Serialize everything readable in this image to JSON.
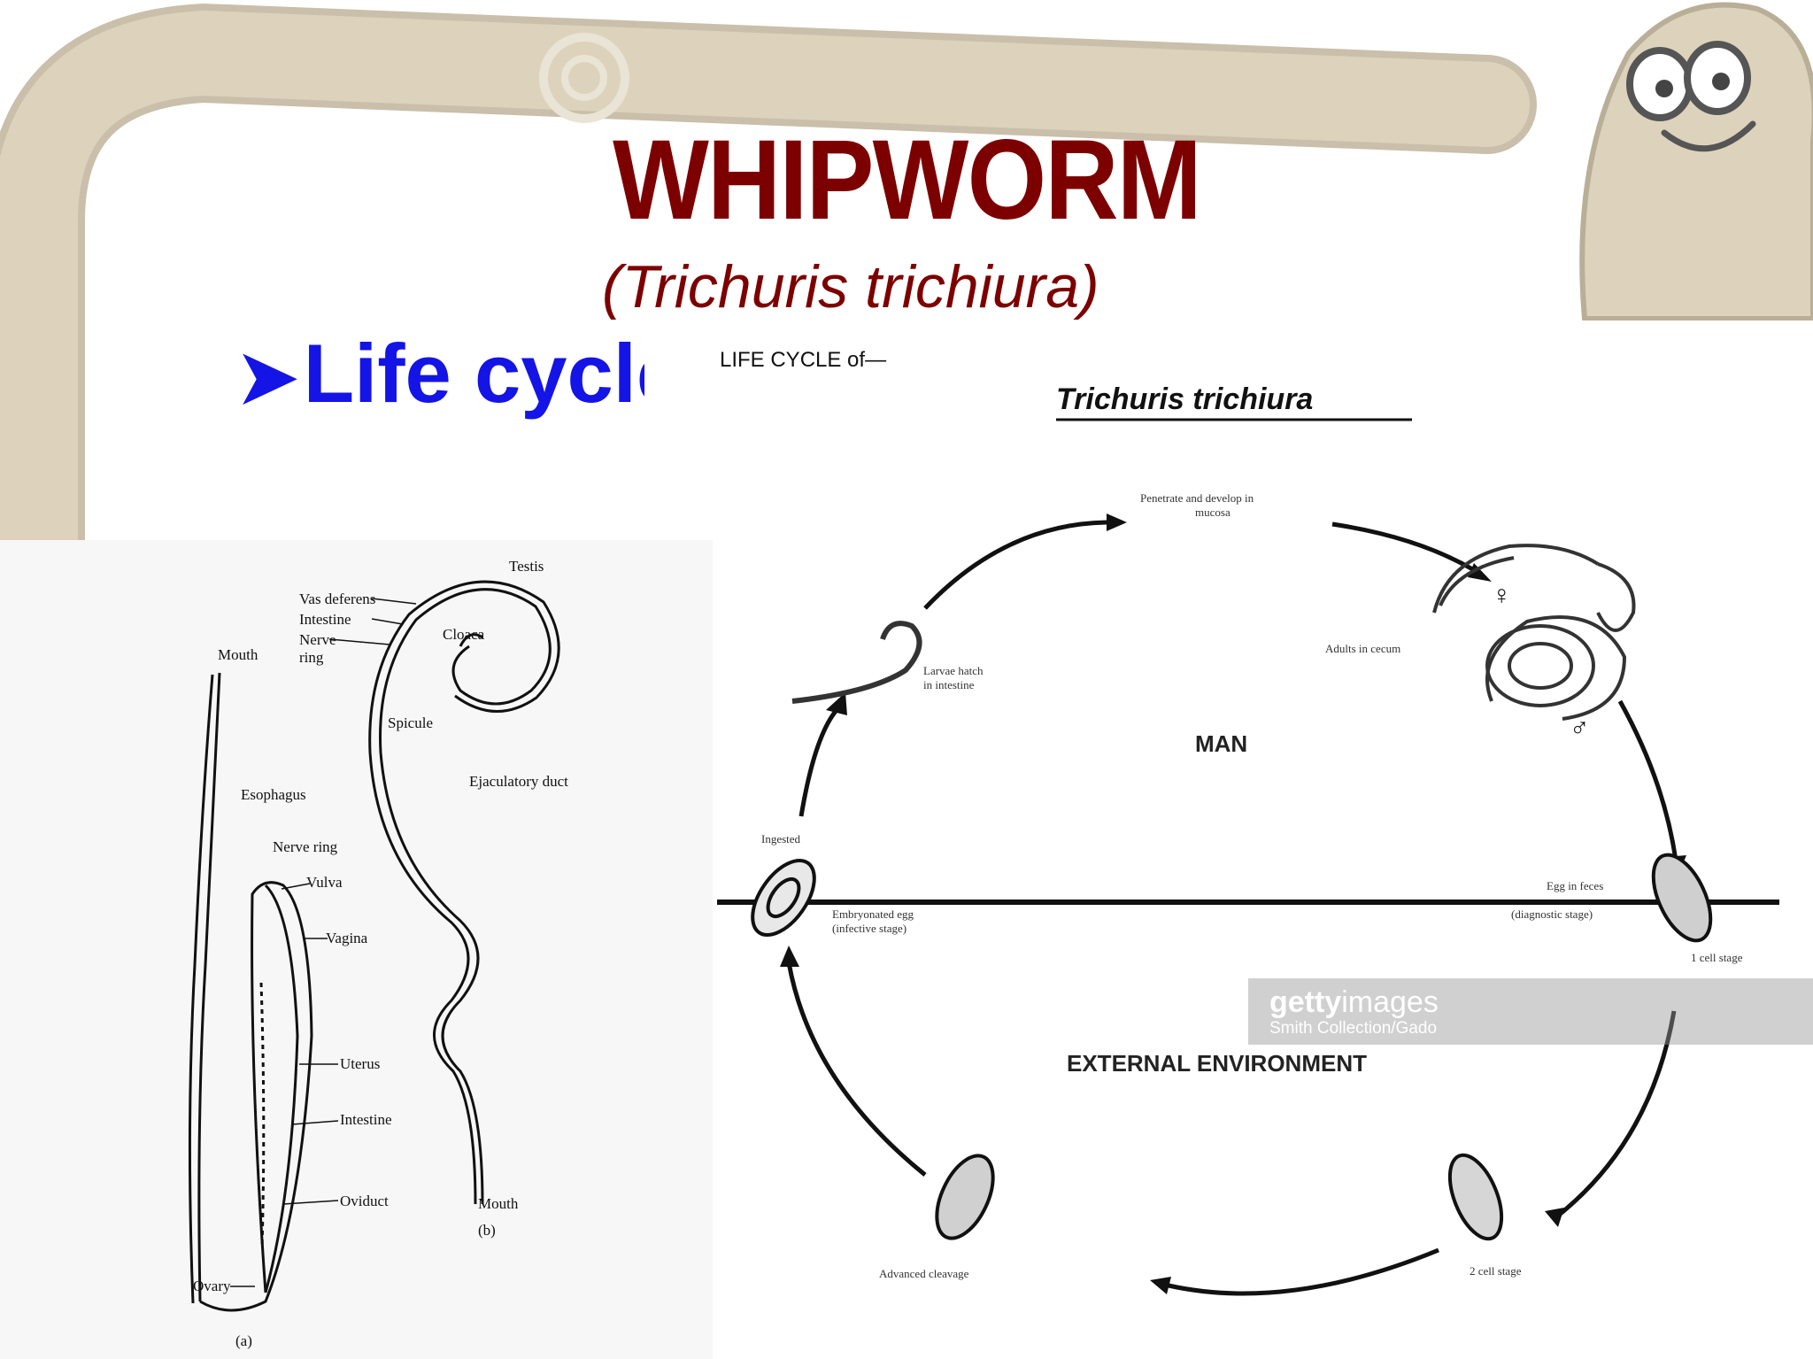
{
  "slide": {
    "title": "WHIPWORM",
    "subtitle": "(Trichuris trichiura)",
    "bullet_symbol": "➤",
    "bullet_text": "Life cycle"
  },
  "anatomy": {
    "labels": {
      "testis": "Testis",
      "vas_deferens": "Vas deferens",
      "intestine_b": "Intestine",
      "nerve": "Nerve",
      "ring": "ring",
      "cloaca": "Cloaca",
      "spicule": "Spicule",
      "ejaculatory_duct": "Ejaculatory duct",
      "mouth_a": "Mouth",
      "esophagus": "Esophagus",
      "nerve_ring": "Nerve ring",
      "vulva": "Vulva",
      "vagina": "Vagina",
      "uterus": "Uterus",
      "intestine_a": "Intestine",
      "oviduct": "Oviduct",
      "ovary": "Ovary",
      "mouth_b": "Mouth",
      "fig_a": "(a)",
      "fig_b": "(b)"
    }
  },
  "cycle": {
    "heading": "LIFE CYCLE of—",
    "species": "Trichuris trichiura",
    "host_zone": "MAN",
    "environment_zone": "EXTERNAL ENVIRONMENT",
    "stages": {
      "penetrate_1": "Penetrate and develop in",
      "penetrate_2": "mucosa",
      "adults": "Adults in cecum",
      "larvae_1": "Larvae hatch",
      "larvae_2": "in intestine",
      "ingested": "Ingested",
      "embryonated_1": "Embryonated egg",
      "embryonated_2": "(infective stage)",
      "egg_feces_1": "Egg in feces",
      "egg_feces_2": "(diagnostic stage)",
      "one_cell": "1 cell stage",
      "two_cell": "2 cell stage",
      "advanced": "Advanced cleavage"
    },
    "female_symbol": "♀",
    "male_symbol": "♂"
  },
  "watermark": {
    "brand_bold": "getty",
    "brand_light": "images",
    "credit": "Smith Collection/Gado"
  }
}
